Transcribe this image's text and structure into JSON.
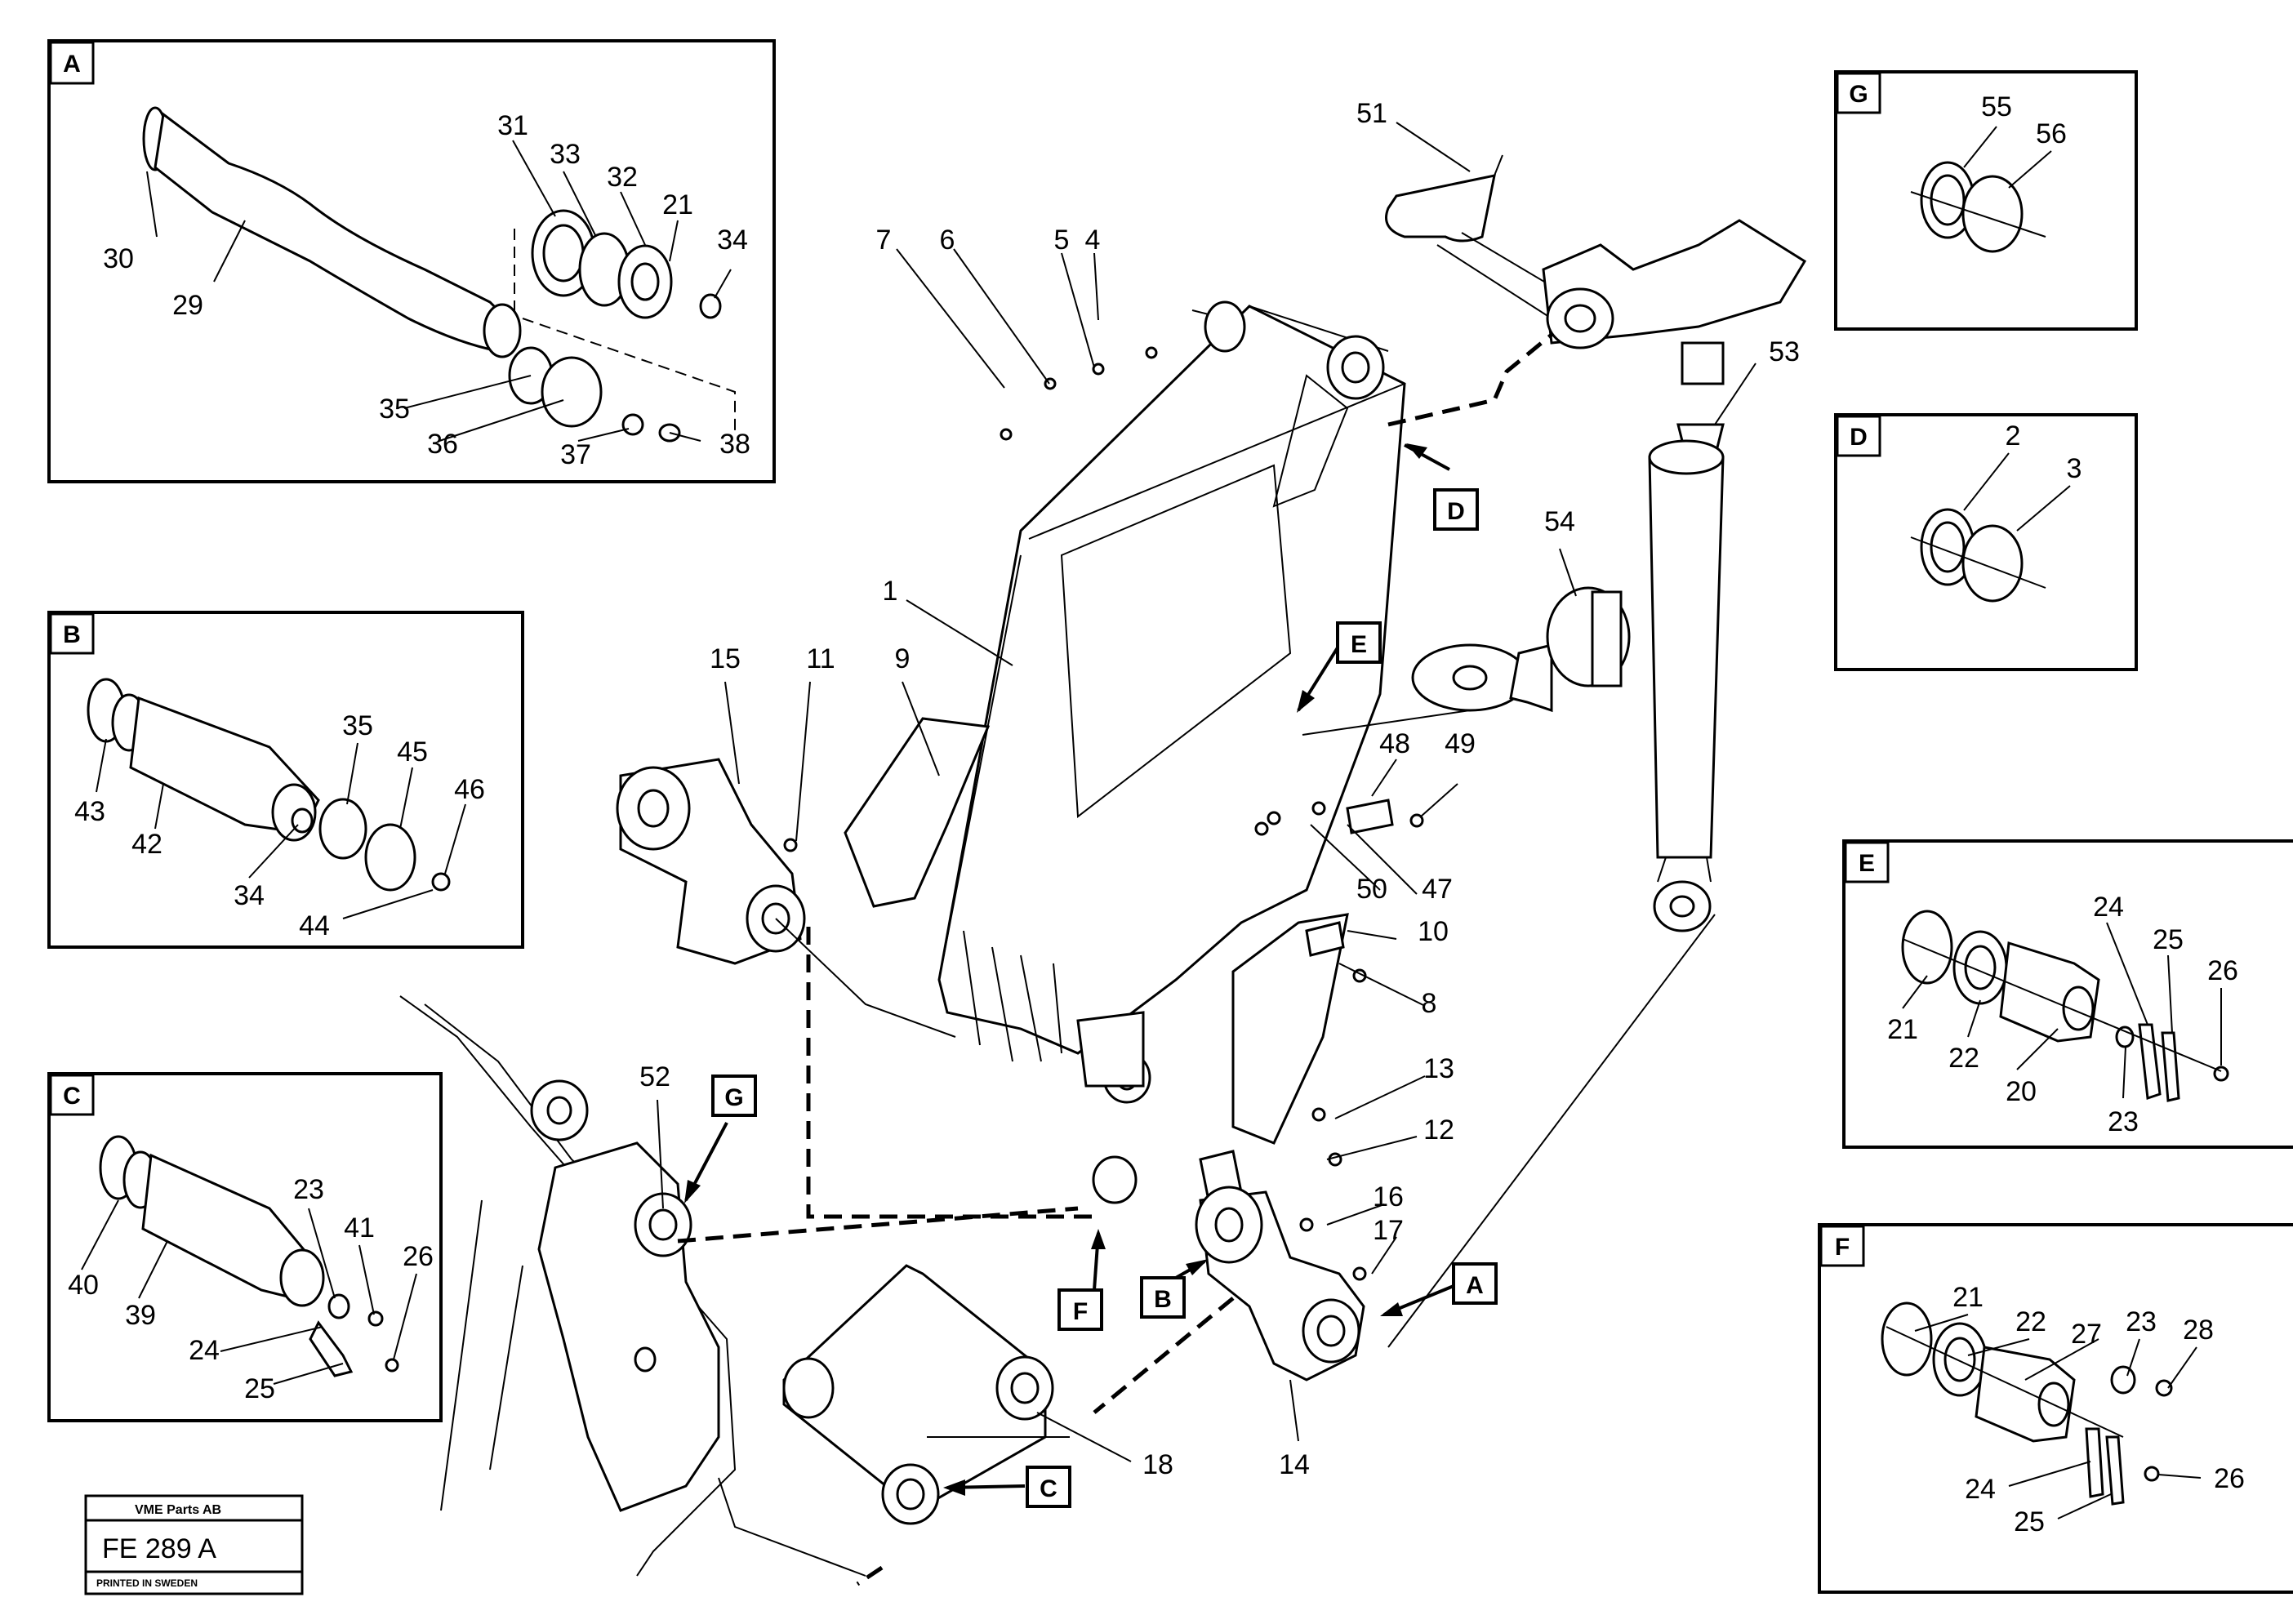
{
  "detail_panels": {
    "A": {
      "tag": "A",
      "numbers": [
        "31",
        "33",
        "32",
        "21",
        "34",
        "30",
        "29",
        "35",
        "36",
        "37",
        "38"
      ]
    },
    "B": {
      "tag": "B",
      "numbers": [
        "35",
        "45",
        "46",
        "43",
        "42",
        "34",
        "44"
      ]
    },
    "C": {
      "tag": "C",
      "numbers": [
        "23",
        "41",
        "26",
        "40",
        "39",
        "24",
        "25"
      ]
    },
    "G": {
      "tag": "G",
      "numbers": [
        "55",
        "56"
      ]
    },
    "D": {
      "tag": "D",
      "numbers": [
        "2",
        "3"
      ]
    },
    "E": {
      "tag": "E",
      "numbers": [
        "24",
        "25",
        "26",
        "21",
        "22",
        "20",
        "23"
      ]
    },
    "F": {
      "tag": "F",
      "numbers": [
        "21",
        "22",
        "23",
        "27",
        "28",
        "24",
        "26",
        "25"
      ]
    }
  },
  "main_numbers": [
    "51",
    "53",
    "54",
    "7",
    "6",
    "5",
    "4",
    "1",
    "15",
    "11",
    "9",
    "48",
    "49",
    "50",
    "47",
    "10",
    "8",
    "13",
    "12",
    "16",
    "17",
    "52",
    "18",
    "14"
  ],
  "callouts": [
    "D",
    "E",
    "G",
    "F",
    "B",
    "A",
    "C"
  ],
  "title_block": {
    "company": "VME Parts AB",
    "drawing_number": "FE 289 A",
    "printed": "PRINTED IN SWEDEN"
  }
}
